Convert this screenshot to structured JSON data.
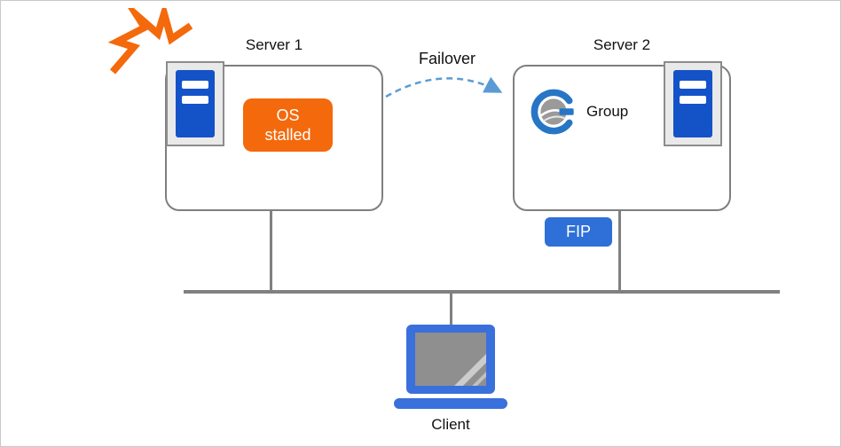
{
  "labels": {
    "server1": "Server 1",
    "server2": "Server 2",
    "failover": "Failover",
    "os_stalled": "OS\nstalled",
    "group": "Group",
    "fip": "FIP",
    "client": "Client"
  },
  "icons": {
    "crash": "orange jagged shock burst",
    "server": "blue rack server with two white slots",
    "group_logo": "blue G-ring around gray globe",
    "laptop": "blue laptop with gray screen",
    "failover_arrow": "dashed curved arrow left-to-right"
  },
  "colors": {
    "orange": "#f4690c",
    "server-blue": "#1452c8",
    "fip-blue": "#2e6fd8",
    "laptop-blue": "#3a70dc",
    "line-gray": "#808080",
    "border-gray": "#7f7f7f",
    "arrow-blue": "#5b9bd5",
    "logo-blue": "#2776c6",
    "globe-gray": "#9a9a9a"
  }
}
